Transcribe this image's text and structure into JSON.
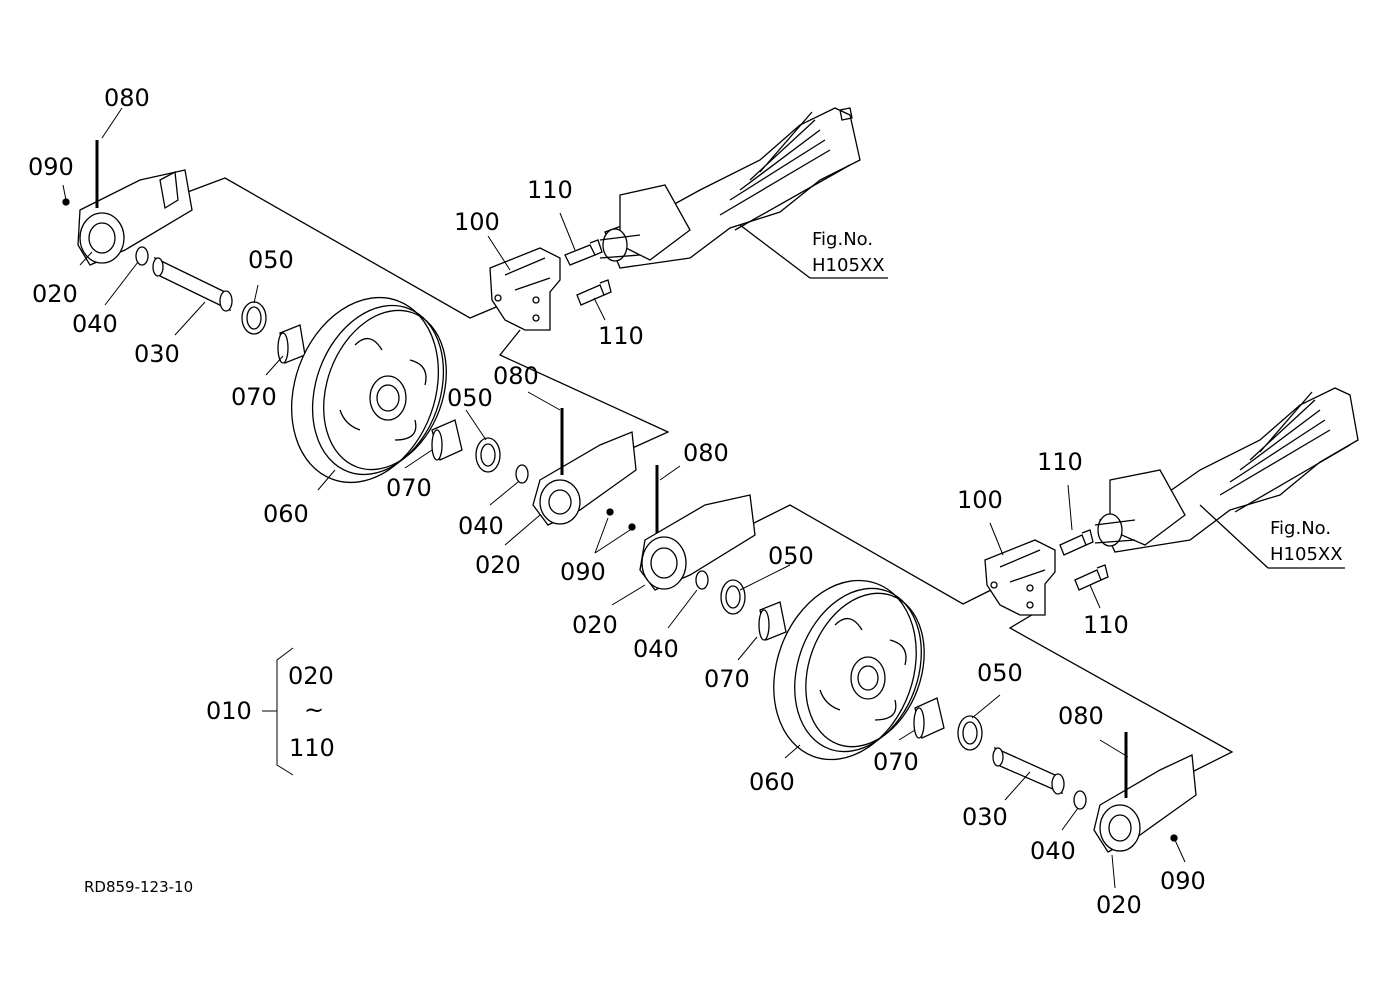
{
  "labels": {
    "p080_a": "080",
    "p090_a": "090",
    "p020_a": "020",
    "p040_a": "040",
    "p030_a": "030",
    "p050_a": "050",
    "p070_a": "070",
    "p110_a": "110",
    "p100_a": "100",
    "p110_b": "110",
    "p080_b": "080",
    "p050_b": "050",
    "p070_b": "070",
    "p060_a": "060",
    "p040_b": "040",
    "p020_b": "020",
    "p080_c": "080",
    "p090_b": "090",
    "p110_c": "110",
    "p100_b": "100",
    "p050_c": "050",
    "p020_c": "020",
    "p040_c": "040",
    "p070_c": "070",
    "p110_d": "110",
    "p050_d": "050",
    "p080_d": "080",
    "p070_d": "070",
    "p060_b": "060",
    "p030_b": "030",
    "p040_d": "040",
    "p090_c": "090",
    "p020_d": "020"
  },
  "refs": {
    "ref_a_line1": "Fig.No.",
    "ref_a_line2": "H105XX",
    "ref_b_line1": "Fig.No.",
    "ref_b_line2": "H105XX"
  },
  "legend": {
    "assembly": "010",
    "range_start": "020",
    "range_sep": "~",
    "range_end": "110"
  },
  "drawing_code": "RD859-123-10",
  "colors": {
    "ink": "#000000",
    "paper": "#ffffff"
  }
}
